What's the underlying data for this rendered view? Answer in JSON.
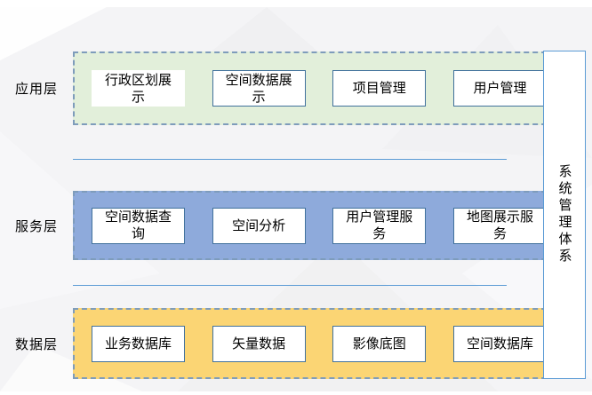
{
  "diagram": {
    "layers": [
      {
        "name": "应用层",
        "boxes": [
          {
            "label": "行政区划展\n示"
          },
          {
            "label": "空间数据展\n示"
          },
          {
            "label": "项目管理"
          },
          {
            "label": "用户管理"
          }
        ]
      },
      {
        "name": "服务层",
        "boxes": [
          {
            "label": "空间数据查\n询"
          },
          {
            "label": "空间分析"
          },
          {
            "label": "用户管理服\n务"
          },
          {
            "label": "地图展示服\n务"
          }
        ]
      },
      {
        "name": "数据层",
        "boxes": [
          {
            "label": "业务数据库"
          },
          {
            "label": "矢量数据"
          },
          {
            "label": "影像底图"
          },
          {
            "label": "空间数据库"
          }
        ]
      }
    ],
    "side_panel": {
      "label": "系统管理体系"
    },
    "colors": {
      "app_layer_fill": "#E2EFDA",
      "service_layer_fill": "#8EAADB",
      "data_layer_fill": "#FBD574",
      "container_dash_border": "#7E9CBB",
      "box_border": "#41719C",
      "side_panel_border": "#5B9BD5",
      "divider_line": "#5B9BD5",
      "text": "#000000",
      "canvas_background": "#F4F4F6"
    }
  }
}
